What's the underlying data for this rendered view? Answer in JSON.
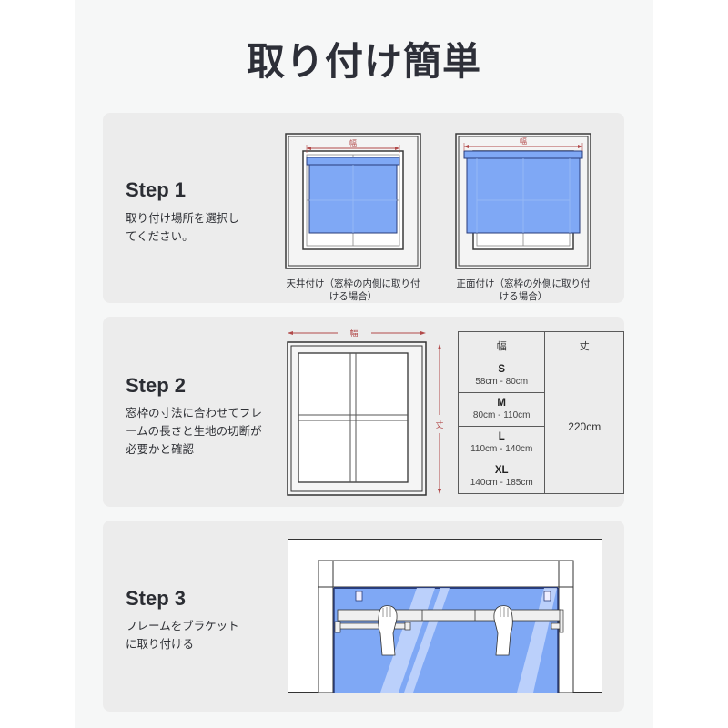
{
  "page": {
    "title": "取り付け簡単",
    "colors": {
      "shade_blue": "#7fa8f5",
      "shade_dark": "#2a3d7a",
      "dim_red": "#b24a4a",
      "card_bg": "#ececec",
      "panel_bg": "#f6f7f7"
    }
  },
  "steps": [
    {
      "title": "Step 1",
      "description_lines": [
        "取り付け場所を選択し",
        "てください。"
      ],
      "options": [
        {
          "label_lines": [
            "天井付け（窓枠の内側に取り付",
            "ける場合）"
          ],
          "dimension_label": "幅"
        },
        {
          "label_lines": [
            "正面付け（窓枠の外側に取り付",
            "ける場合）"
          ],
          "dimension_label": "幅"
        }
      ]
    },
    {
      "title": "Step 2",
      "description_lines": [
        "窓枠の寸法に合わせてフレ",
        "ームの長さと生地の切断が",
        "必要かと確認"
      ],
      "diagram": {
        "width_label": "幅",
        "height_label": "丈"
      },
      "size_table": {
        "headers": [
          "幅",
          "丈"
        ],
        "rows": [
          {
            "size": "S",
            "range": "58cm - 80cm"
          },
          {
            "size": "M",
            "range": "80cm - 110cm"
          },
          {
            "size": "L",
            "range": "110cm - 140cm"
          },
          {
            "size": "XL",
            "range": "140cm - 185cm"
          }
        ],
        "length_value": "220cm"
      }
    },
    {
      "title": "Step 3",
      "description_lines": [
        "フレームをブラケット",
        "に取り付ける"
      ]
    }
  ]
}
